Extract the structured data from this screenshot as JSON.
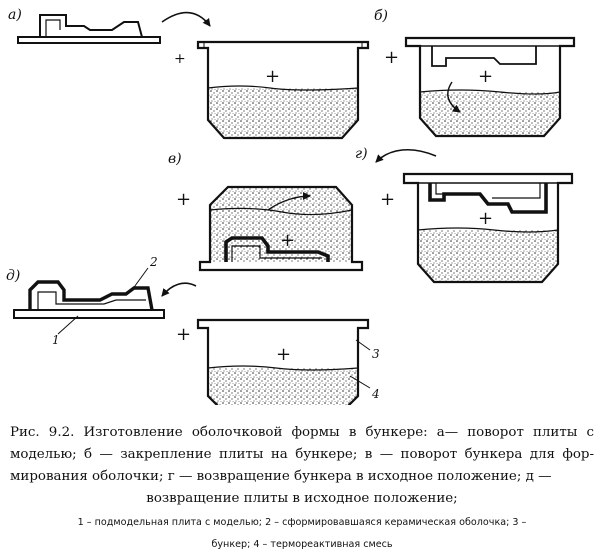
{
  "figure": {
    "panel_labels": {
      "a": "а)",
      "b": "б)",
      "v": "в)",
      "g": "г)",
      "d": "д)"
    },
    "plus_sign": "+",
    "callouts": {
      "n1": "1",
      "n2": "2",
      "n3": "3",
      "n4": "4"
    }
  },
  "caption": {
    "line1": "Рис. 9.2. Изготовление оболочковой формы в бункере: а— поворот плиты с",
    "line2": "моделью; б — закрепление плиты на бункере; в — поворот бункера для фор-",
    "line3": "мирования оболочки; г — возвращение бункера в исходное положение; д —",
    "line4": "возвращение плиты в исходное положение;"
  },
  "legend": {
    "line1": "1 – подмодельная плита с моделью; 2 – сформировавшаяся керамическая оболочка; 3 –",
    "line2": "бункер; 4 – термореактивная смесь"
  }
}
